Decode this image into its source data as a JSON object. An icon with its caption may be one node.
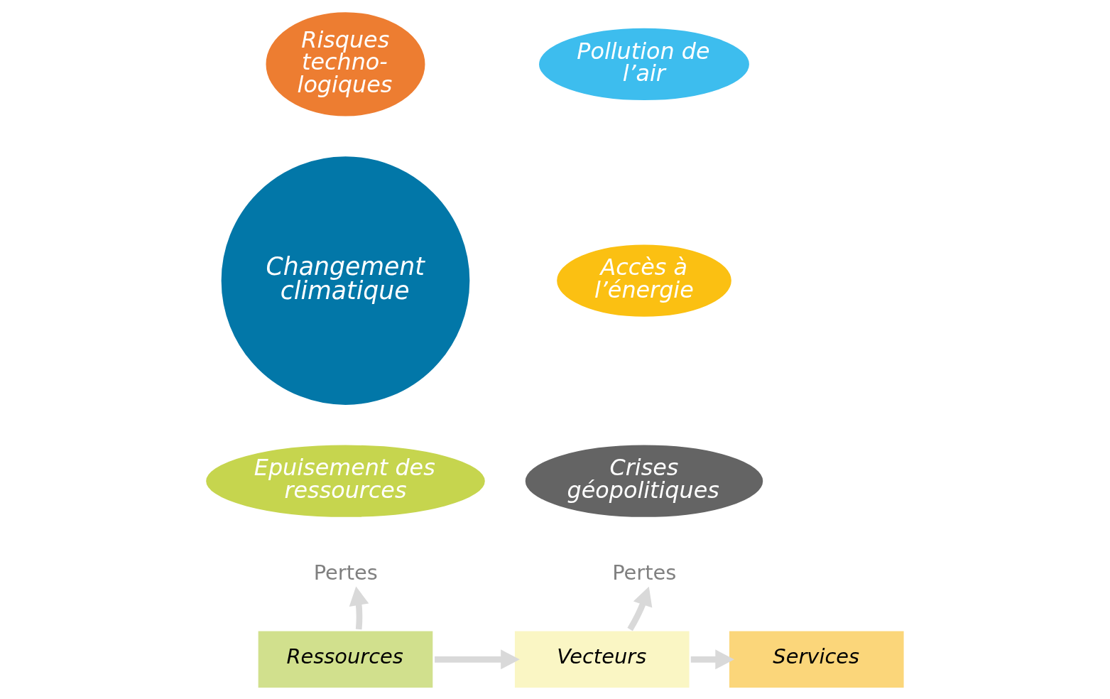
{
  "diagram": {
    "nodes": [
      {
        "text": [
          "Risques techno- logiques"
        ]
      },
      {
        "text": [
          "Pollution de l’air"
        ]
      },
      {
        "text": [
          "Changement climatique"
        ]
      },
      {
        "text": [
          "Accès à l’énergie"
        ]
      },
      {
        "text": [
          "Epuisement des ressources"
        ]
      },
      {
        "text": [
          "Crises géopolitiques"
        ]
      },
      {
        "text": [
          "Pertes"
        ]
      },
      {
        "text": [
          "Pertes"
        ]
      },
      {
        "text": [
          "Ressources"
        ]
      },
      {
        "text": [
          "Vecteurs"
        ]
      },
      {
        "text": [
          "Services"
        ]
      }
    ],
    "edges": [
      {
        "from": 8,
        "to": 6,
        "arrow": "to"
      },
      {
        "from": 8,
        "to": 9,
        "arrow": "to"
      },
      {
        "from": 9,
        "to": 7,
        "arrow": "to"
      },
      {
        "from": 9,
        "to": 10,
        "arrow": "to"
      }
    ]
  }
}
